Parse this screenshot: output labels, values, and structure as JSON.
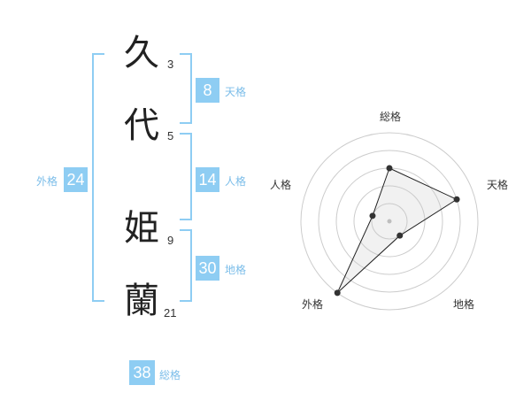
{
  "name_chars": [
    {
      "char": "久",
      "strokes": "3"
    },
    {
      "char": "代",
      "strokes": "5"
    },
    {
      "char": "姫",
      "strokes": "9"
    },
    {
      "char": "蘭",
      "strokes": "21"
    }
  ],
  "scores": {
    "tenkaku": {
      "value": "8",
      "label": "天格"
    },
    "jinkaku": {
      "value": "14",
      "label": "人格"
    },
    "chikaku": {
      "value": "30",
      "label": "地格"
    },
    "gaikaku": {
      "value": "24",
      "label": "外格"
    },
    "soukaku": {
      "value": "38",
      "label": "総格"
    }
  },
  "colors": {
    "accent": "#8ecdf3",
    "label": "#7bbde9",
    "text": "#222222"
  },
  "chart_data": {
    "type": "radar",
    "categories": [
      "総格",
      "天格",
      "地格",
      "外格",
      "人格"
    ],
    "values": [
      3,
      4,
      1,
      5,
      1
    ],
    "rlim": [
      0,
      5
    ]
  }
}
